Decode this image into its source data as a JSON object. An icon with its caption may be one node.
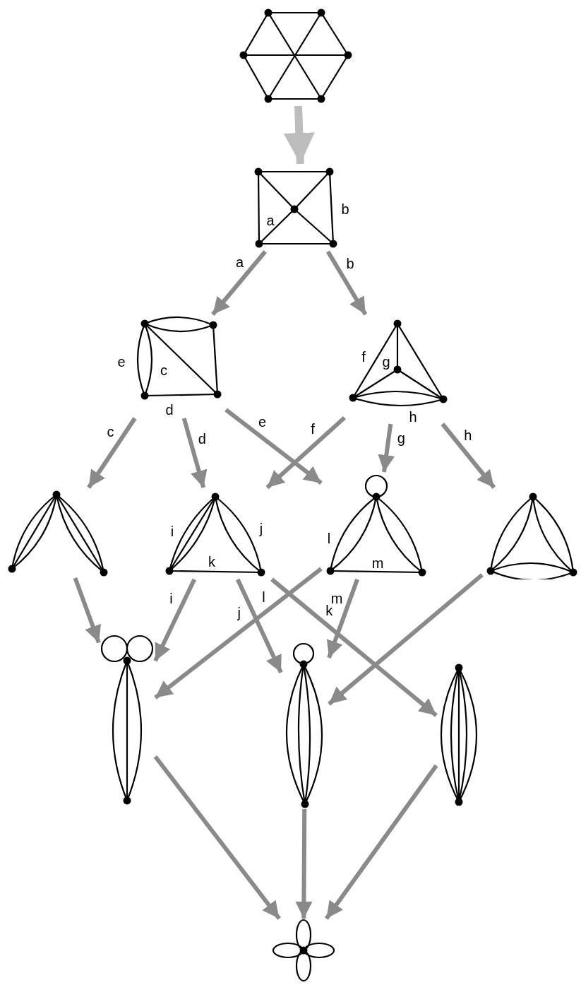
{
  "diagram": {
    "nodes": [
      {
        "text": [],
        "shape": "picture"
      },
      {
        "text": [
          "a",
          "b"
        ]
      },
      {
        "text": [
          "e",
          "c",
          "d"
        ]
      },
      {
        "text": [
          "f",
          "g",
          "h"
        ]
      },
      {
        "text": [],
        "shape": "picture"
      },
      {
        "text": [
          "i",
          "j",
          "k"
        ]
      },
      {
        "text": [
          "l",
          "m"
        ]
      },
      {
        "text": [],
        "shape": "picture"
      },
      {
        "text": [],
        "shape": "picture"
      },
      {
        "text": [],
        "shape": "picture"
      },
      {
        "text": [],
        "shape": "picture"
      },
      {
        "text": [],
        "shape": "picture"
      }
    ],
    "edges": [
      {
        "from": 0,
        "to": 1,
        "arrow": "to",
        "style": "thick",
        "color": "#bdbdbd"
      },
      {
        "from": 1,
        "to": 2,
        "arrow": "to",
        "label": "a"
      },
      {
        "from": 1,
        "to": 3,
        "arrow": "to",
        "label": "b"
      },
      {
        "from": 2,
        "to": 4,
        "arrow": "to",
        "label": "c"
      },
      {
        "from": 2,
        "to": 5,
        "arrow": "to",
        "label": "d"
      },
      {
        "from": 2,
        "to": 6,
        "arrow": "to",
        "label": "e"
      },
      {
        "from": 3,
        "to": 5,
        "arrow": "to",
        "label": "f"
      },
      {
        "from": 3,
        "to": 6,
        "arrow": "to",
        "label": "g"
      },
      {
        "from": 3,
        "to": 7,
        "arrow": "to",
        "label": "h"
      },
      {
        "from": 4,
        "to": 8,
        "arrow": "to"
      },
      {
        "from": 5,
        "to": 8,
        "arrow": "to",
        "label": "i"
      },
      {
        "from": 5,
        "to": 9,
        "arrow": "to",
        "label": "j"
      },
      {
        "from": 5,
        "to": 10,
        "arrow": "to",
        "label": "k"
      },
      {
        "from": 6,
        "to": 8,
        "arrow": "to",
        "label": "l"
      },
      {
        "from": 6,
        "to": 9,
        "arrow": "to",
        "label": "m"
      },
      {
        "from": 7,
        "to": 9,
        "arrow": "to"
      },
      {
        "from": 8,
        "to": 11,
        "arrow": "to"
      },
      {
        "from": 9,
        "to": 11,
        "arrow": "to"
      },
      {
        "from": 10,
        "to": 11,
        "arrow": "to"
      }
    ]
  }
}
